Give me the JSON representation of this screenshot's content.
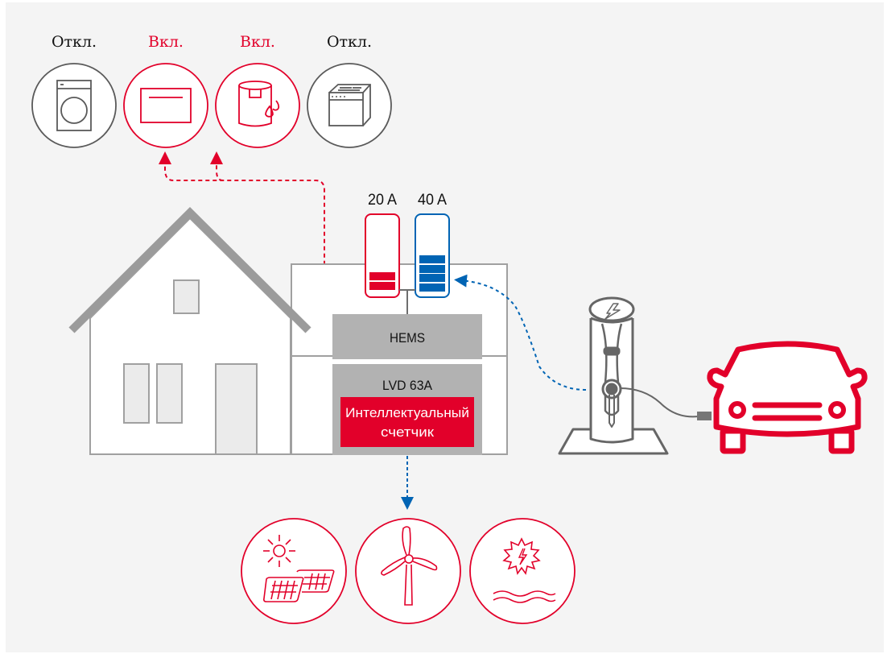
{
  "colors": {
    "background": "#f4f4f4",
    "accent_red": "#e2002a",
    "accent_blue": "#0064b4",
    "outline_gray": "#5a5a5a",
    "house_gray": "#a0a0a0",
    "box_gray": "#b2b2b2"
  },
  "appliances": [
    {
      "name": "washing-machine",
      "status": "Откл.",
      "state": "off"
    },
    {
      "name": "heat-storage-heater",
      "status": "Вкл.",
      "state": "on"
    },
    {
      "name": "water-heater",
      "status": "Вкл.",
      "state": "on"
    },
    {
      "name": "stove-oven",
      "status": "Откл.",
      "state": "off"
    }
  ],
  "breakers": [
    {
      "label": "20 A",
      "color": "red",
      "level_bars": 2
    },
    {
      "label": "40 A",
      "color": "blue",
      "level_bars": 4
    }
  ],
  "hems": {
    "label": "HEMS"
  },
  "lvd": {
    "label": "LVD 63A"
  },
  "smart_meter": {
    "line1": "Интеллектуальный",
    "line2": "счетчик"
  },
  "ev_charger": {
    "name": "ev-charging-station"
  },
  "car": {
    "name": "electric-car"
  },
  "sources": [
    {
      "name": "solar-panels"
    },
    {
      "name": "wind-turbine"
    },
    {
      "name": "tidal-energy"
    }
  ]
}
